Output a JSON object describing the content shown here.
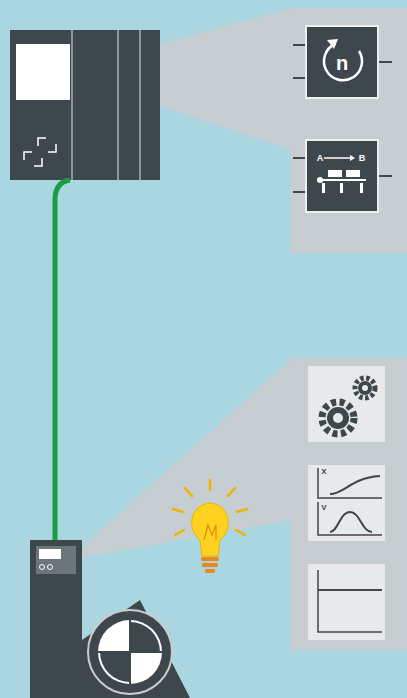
{
  "diagram": {
    "labels": [
      "n",
      "A",
      "B",
      "X",
      "V"
    ]
  }
}
